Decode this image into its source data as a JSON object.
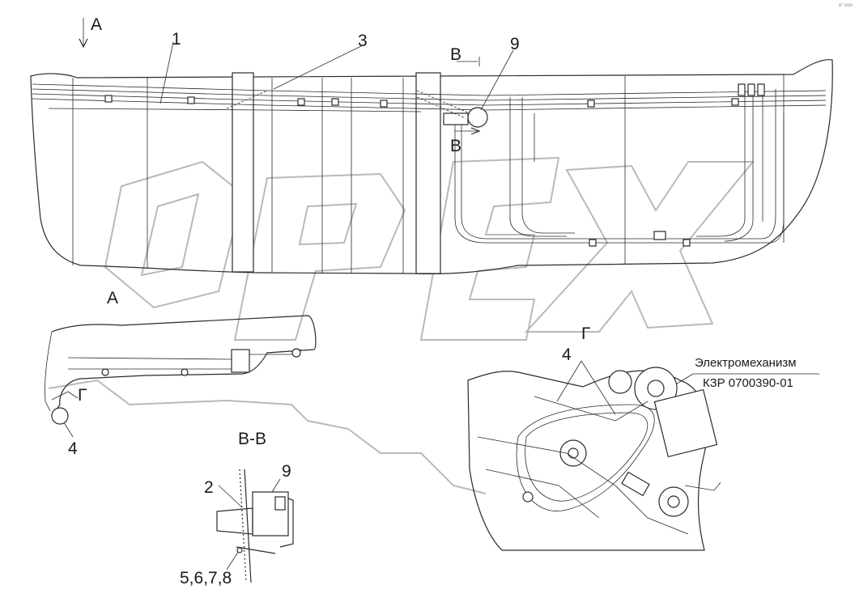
{
  "watermark": {
    "text": "OPEX",
    "color": "#b9b9b9"
  },
  "corner_mark": "a° ooo",
  "labels": {
    "view_a_top": "A",
    "view_a": "A",
    "item_1": "1",
    "item_3": "3",
    "item_9_top": "9",
    "section_b_top": "B",
    "section_b_bottom": "B",
    "item_4_left": "4",
    "view_g_left": "Г",
    "view_g_right": "Г",
    "item_4_right": "4",
    "section_bb_title": "B-B",
    "item_2": "2",
    "item_9_section": "9",
    "items_5678": "5,6,7,8",
    "mechanism_name": "Электромеханизм",
    "mechanism_code": "КЗР 0700390-01"
  }
}
